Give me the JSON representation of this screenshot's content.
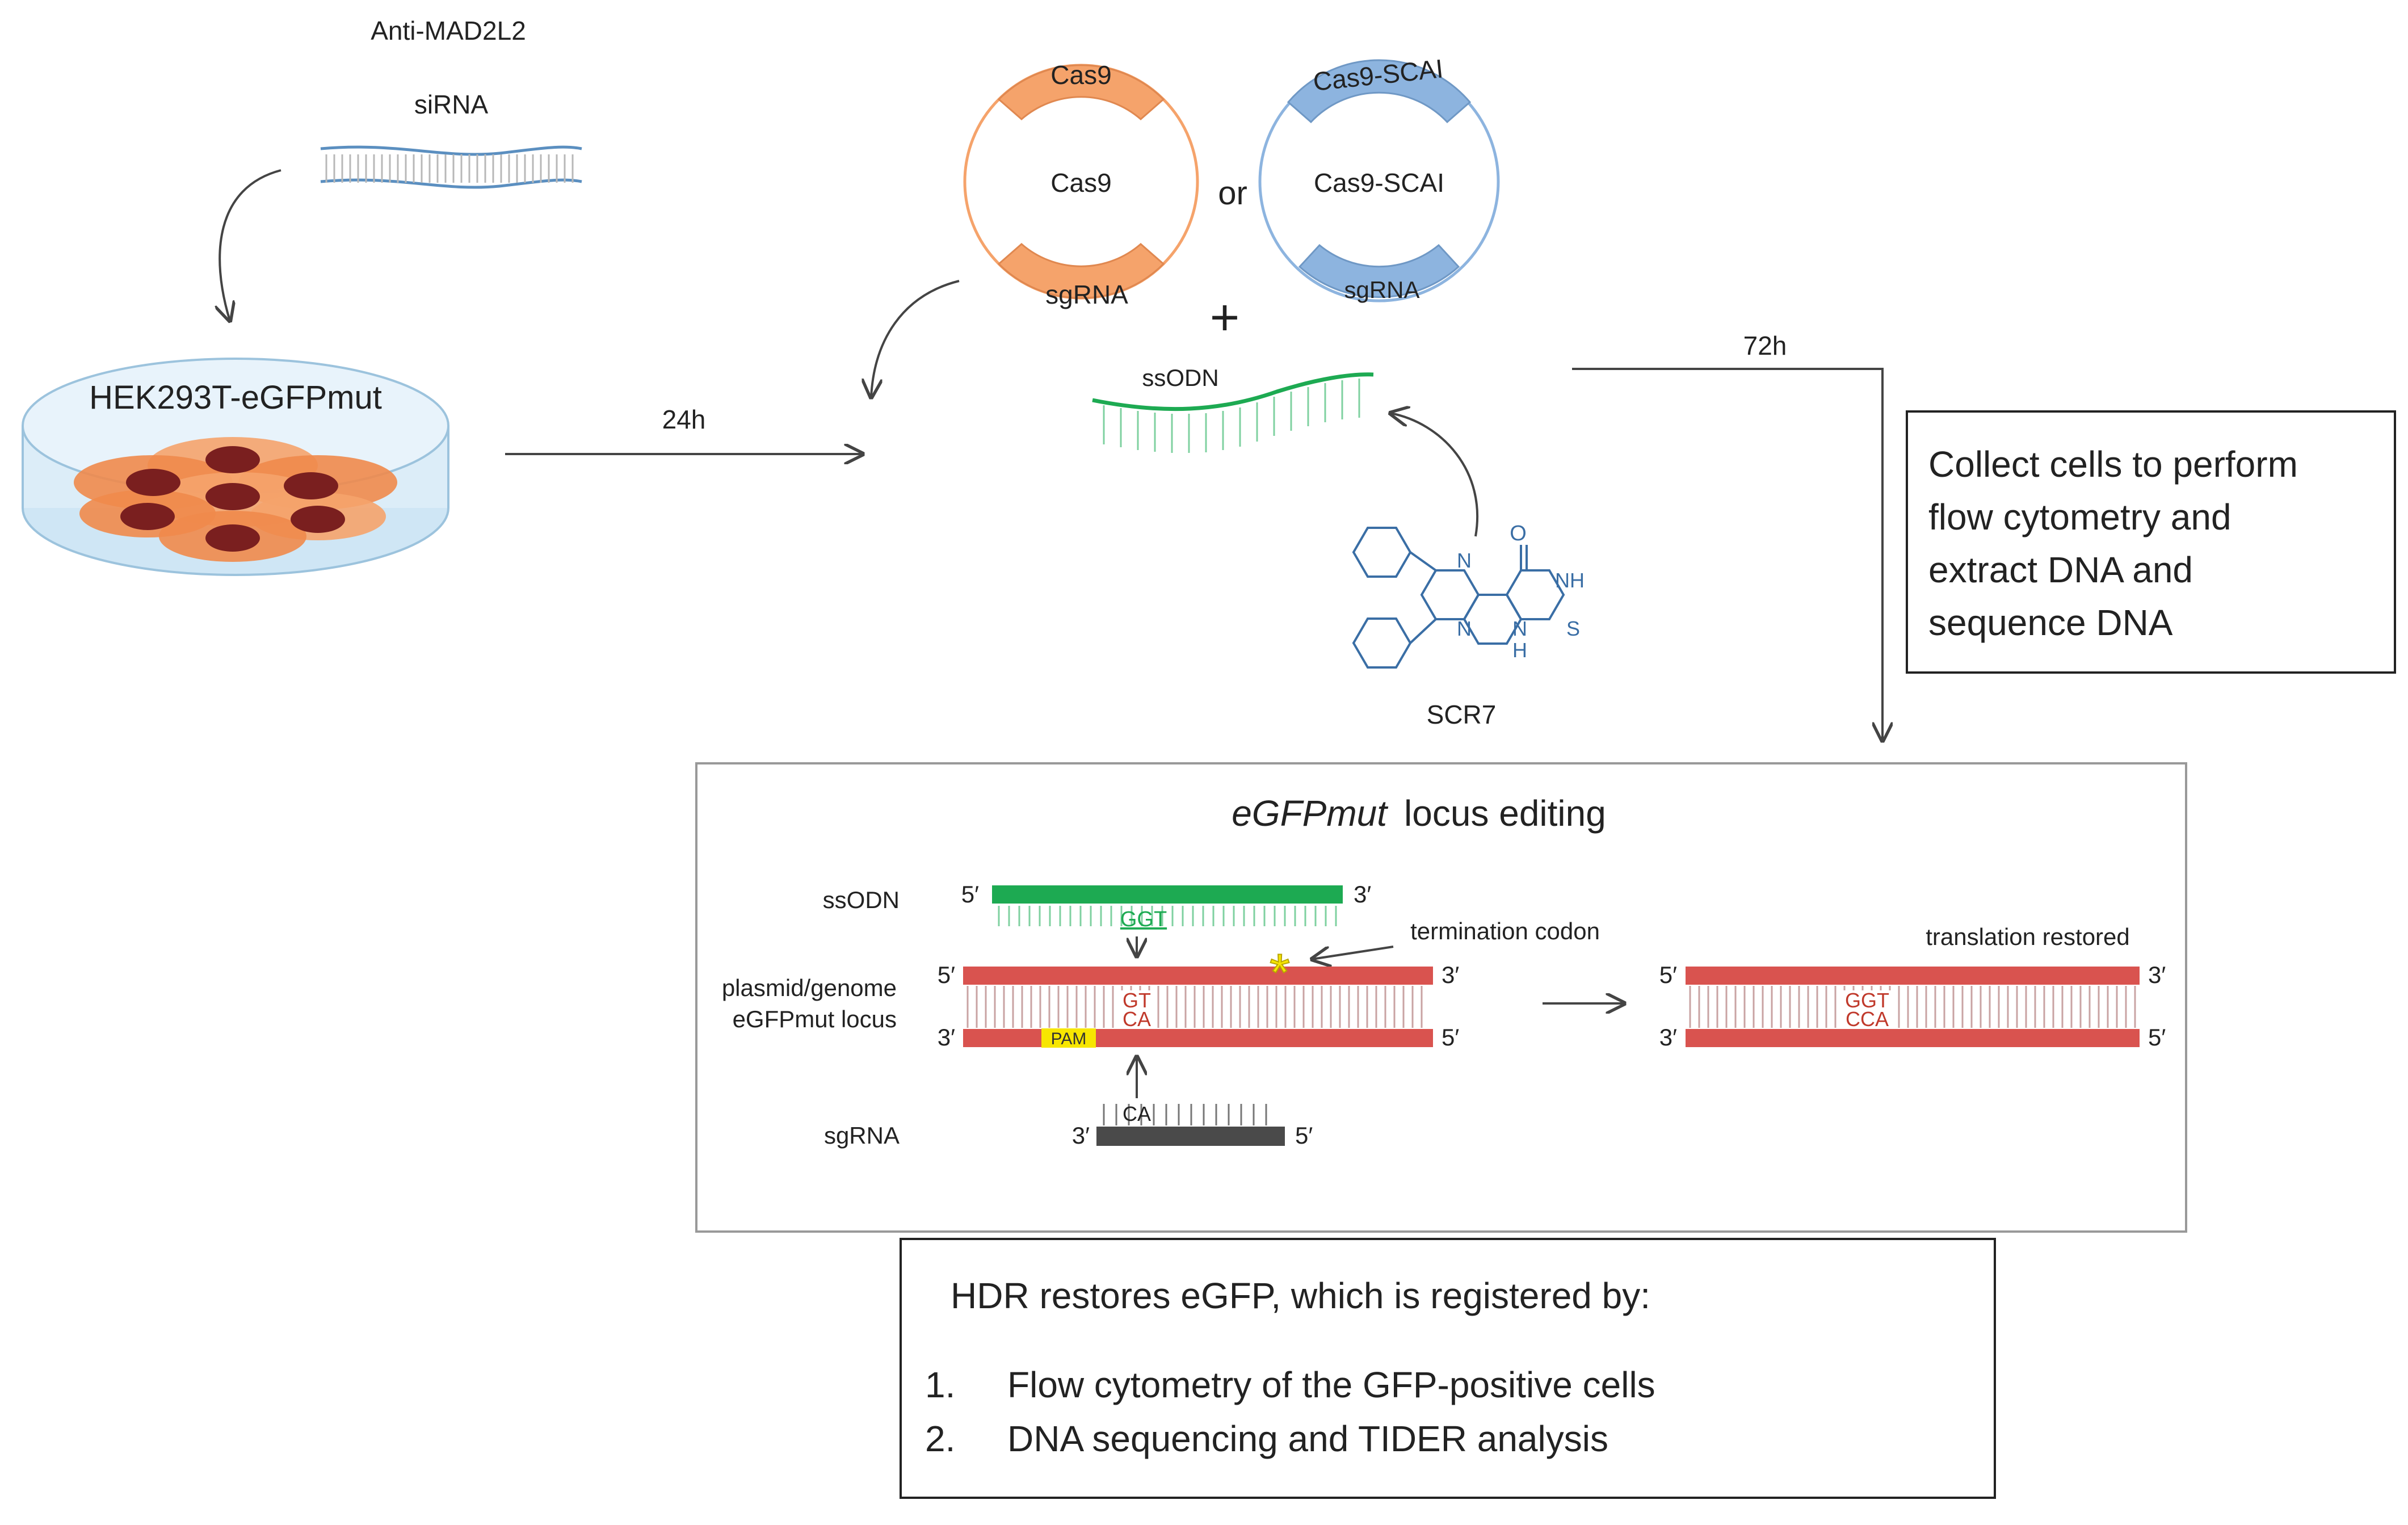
{
  "colors": {
    "strand_red": "#d9534f",
    "ssodn_green": "#1daa52",
    "ssodn_light": "#7fd1a0",
    "sgrna_dark": "#4a4a4a",
    "pam_yellow": "#f7e600",
    "plasmid_orange": "#f5a36b",
    "plasmid_blue": "#8db4df",
    "dish_blue": "#cfe6f5",
    "cell_orange": "#f08a4b",
    "nucleus": "#7a1f1f",
    "helix_blue": "#5b8fc0",
    "text_red": "#c0392b"
  },
  "top": {
    "sirna_title": "Anti-MAD2L2",
    "sirna_label": "siRNA",
    "dish_label": "HEK293T-eGFPmut",
    "arrow_24h": "24h",
    "plasmid1_top": "Cas9",
    "plasmid1_center": "Cas9",
    "plasmid1_bottom": "sgRNA",
    "or_label": "or",
    "plasmid2_top": "Cas9-SCAI",
    "plasmid2_center": "Cas9-SCAI",
    "plasmid2_bottom": "sgRNA",
    "plus": "+",
    "ssodn_label": "ssODN",
    "scr7_label": "SCR7",
    "chem_o": "O",
    "chem_n1": "N",
    "chem_n2": "N",
    "chem_nh1": "NH",
    "chem_nh2": "N",
    "chem_h": "H",
    "chem_s": "S",
    "arrow_72h": "72h",
    "collect_lines": [
      "Collect cells to perform",
      "flow cytometry and",
      "extract DNA and",
      "sequence DNA"
    ]
  },
  "locus": {
    "title_italic": "eGFPmut",
    "title_rest": "locus editing",
    "ssodn_label": "ssODN",
    "ssodn_5": "5′",
    "ssodn_3": "3′",
    "ssodn_seq": "GGT",
    "termination_label": "termination codon",
    "plasmid_label_1": "plasmid/genome",
    "plasmid_label_2": "eGFPmut locus",
    "top_5": "5′",
    "top_3": "3′",
    "bot_3": "3′",
    "bot_5": "5′",
    "seq_top": "GT",
    "seq_bottom": "CA",
    "pam": "PAM",
    "sgrna_label": "sgRNA",
    "sgrna_3": "3′",
    "sgrna_5": "5′",
    "sgrna_seq": "CA",
    "restored_label": "translation restored",
    "r_top_5": "5′",
    "r_top_3": "3′",
    "r_bot_3": "3′",
    "r_bot_5": "5′",
    "r_seq_top": "GGT",
    "r_seq_bottom": "CCA"
  },
  "hdr": {
    "heading": "HDR restores eGFP, which is registered by:",
    "items": [
      {
        "num": "1.",
        "text": "Flow cytometry of the GFP-positive cells"
      },
      {
        "num": "2.",
        "text": "DNA sequencing and TIDER analysis"
      }
    ]
  }
}
